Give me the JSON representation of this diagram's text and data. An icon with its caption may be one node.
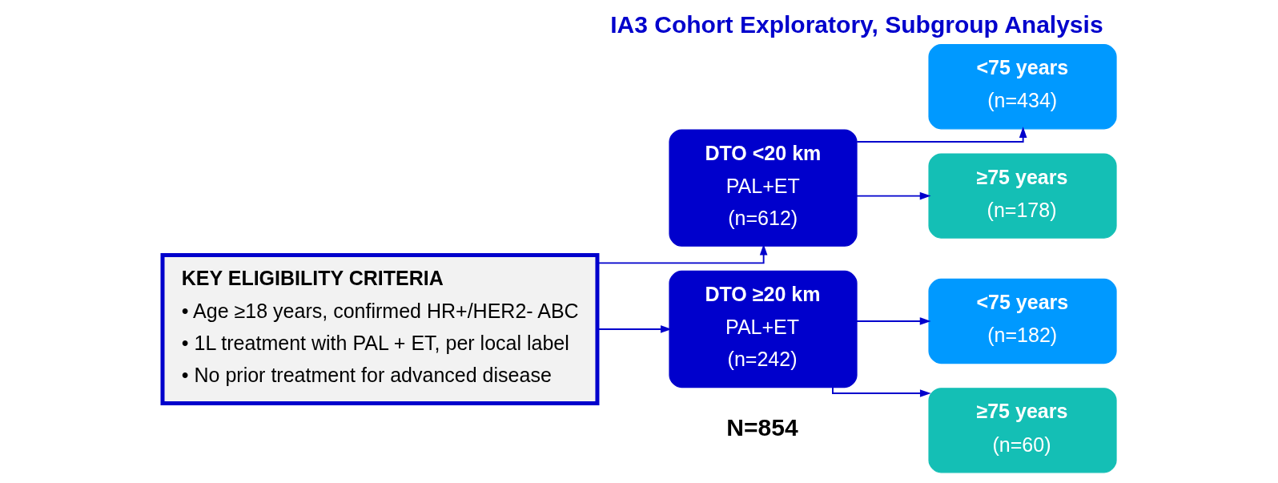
{
  "diagram": {
    "title": "IA3 Cohort Exploratory, Subgroup Analysis",
    "nodes": [
      {
        "text": [
          "KEY ELIGIBILITY CRITERIA",
          "• Age ≥18 years, confirmed HR+/HER2- ABC",
          "• 1L treatment with PAL + ET, per local label",
          "• No prior treatment for advanced disease"
        ]
      },
      {
        "text": [
          "DTO <20 km",
          "PAL+ET",
          "(n=612)"
        ]
      },
      {
        "text": [
          "DTO ≥20 km",
          "PAL+ET",
          "(n=242)"
        ]
      },
      {
        "text": [
          "<75 years",
          "(n=434)"
        ]
      },
      {
        "text": [
          "≥75 years",
          "(n=178)"
        ]
      },
      {
        "text": [
          "<75 years",
          "(n=182)"
        ]
      },
      {
        "text": [
          "≥75 years",
          "(n=60)"
        ]
      }
    ],
    "edges": [
      {
        "from": 0,
        "to": 1,
        "arrow": "to"
      },
      {
        "from": 0,
        "to": 2,
        "arrow": "to"
      },
      {
        "from": 1,
        "to": 3,
        "arrow": "to"
      },
      {
        "from": 1,
        "to": 4,
        "arrow": "to"
      },
      {
        "from": 2,
        "to": 5,
        "arrow": "to"
      },
      {
        "from": 2,
        "to": 6,
        "arrow": "to"
      }
    ],
    "labels": [
      "N=854"
    ]
  }
}
